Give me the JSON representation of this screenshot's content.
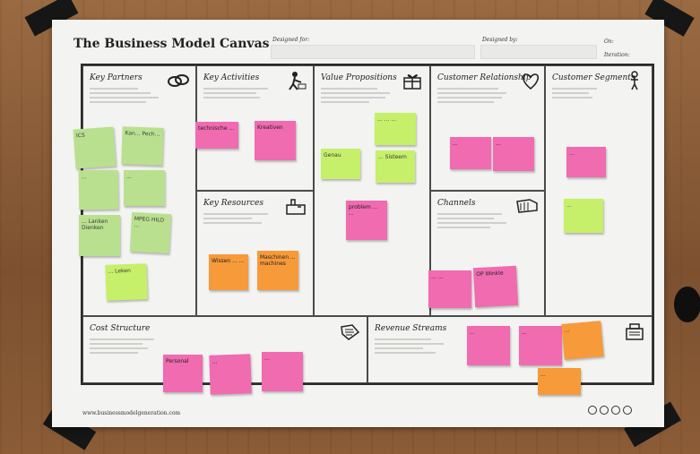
{
  "poster": {
    "title": "The Business Model Canvas",
    "designed_for_label": "Designed for:",
    "designed_by_label": "Designed by:",
    "on_label": "On:",
    "iteration_label": "Iteration:",
    "footer_url": "www.businessmodelgeneration.com"
  },
  "blocks": {
    "key_partners": "Key Partners",
    "key_activities": "Key Activities",
    "key_resources": "Key Resources",
    "value_propositions": "Value Propositions",
    "customer_relationship": "Customer Relationship",
    "channels": "Channels",
    "customer_segments": "Customer Segments",
    "cost_structure": "Cost Structure",
    "revenue_streams": "Revenue Streams"
  },
  "notes": {
    "kp1": "ICS",
    "kp2": "Kan... Pech...",
    "kp3": "...",
    "kp4": "...",
    "kp5": "... Lanken Dienken",
    "kp6": "MPEG HILO ...",
    "kp7": "... Leken",
    "ka1": "technische ...",
    "ka2": "Kreativen",
    "kr1": "Wissen ... ...",
    "kr2": "Maschinen ... machines",
    "vp1": "... ... ...",
    "vp2": "Genau",
    "vp3": "... Sisteem",
    "vp4": "problem ... ...",
    "cr1": "...",
    "cr2": "...",
    "ch1": "... ...",
    "ch2": "OP Winkle",
    "cs1": "...",
    "cs2": "...",
    "cost1": "Personal",
    "cost2": "...",
    "cost3": "...",
    "rev1": "...",
    "rev2": "...",
    "rev3": "...",
    "rev4": "..."
  },
  "colors": {
    "green": "#b9e08f",
    "lime": "#c6f06a",
    "pink": "#f06bb0",
    "orange": "#f79a3a",
    "paper": "#f3f3f1",
    "tape": "#161616",
    "wall": "#8a5a35"
  },
  "icons": {
    "key_partners": "chain-link-icon",
    "key_activities": "worker-icon",
    "key_resources": "factory-icon",
    "value_propositions": "gift-icon",
    "customer_relationship": "heart-icon",
    "channels": "truck-icon",
    "customer_segments": "person-icon",
    "cost_structure": "price-tag-icon",
    "revenue_streams": "cash-register-icon"
  }
}
